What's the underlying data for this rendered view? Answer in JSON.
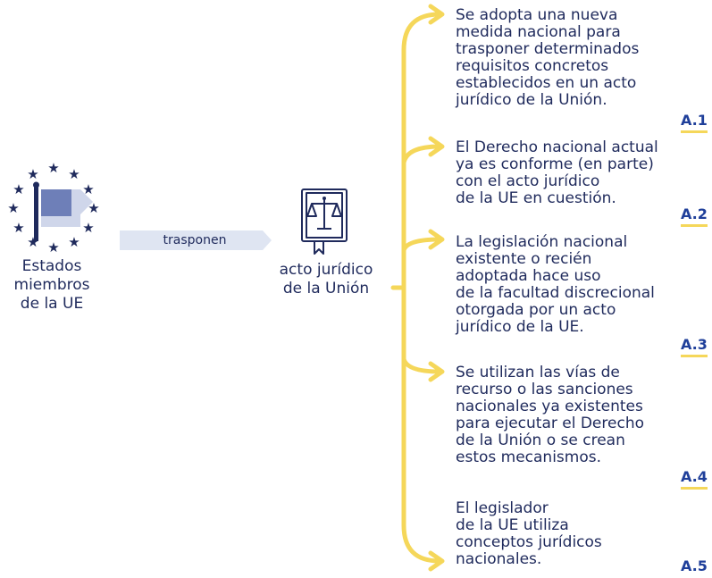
{
  "colors": {
    "navy": "#1f2a5c",
    "accent_blue": "#1f3f9a",
    "yellow": "#f5d75a",
    "flag_fill": "#6e7fb8",
    "flag_light": "#cfd6ea",
    "arrow_band": "#dfe5f2"
  },
  "icons": {
    "eu_stars_flag": "eu-stars-flag-icon",
    "law_book": "law-book-scales-icon"
  },
  "diagram": {
    "source_label": "Estados\nmiembros\nde la UE",
    "arrow_label": "trasponen",
    "target_label": "acto jurídico\nde la Unión",
    "outcomes": [
      {
        "text": "Se adopta una nueva\nmedida nacional para\ntrasponer determinados\nrequisitos concretos\nestablecidos en un acto\njurídico de la Unión.",
        "code": "A.1"
      },
      {
        "text": "El Derecho nacional actual\nya es conforme (en parte)\ncon el acto jurídico\nde la UE en cuestión.",
        "code": "A.2"
      },
      {
        "text": "La legislación nacional\nexistente o recién\nadoptada hace uso\nde la facultad discrecional\notorgada por un acto\njurídico de la UE.",
        "code": "A.3"
      },
      {
        "text": "Se utilizan las vías de\nrecurso o las sanciones\nnacionales ya existentes\npara ejecutar el Derecho\nde la Unión o se crean\nestos mecanismos.",
        "code": "A.4"
      },
      {
        "text": "El legislador\nde la UE utiliza\nconceptos jurídicos\nnacionales.",
        "code": "A.5"
      }
    ]
  }
}
